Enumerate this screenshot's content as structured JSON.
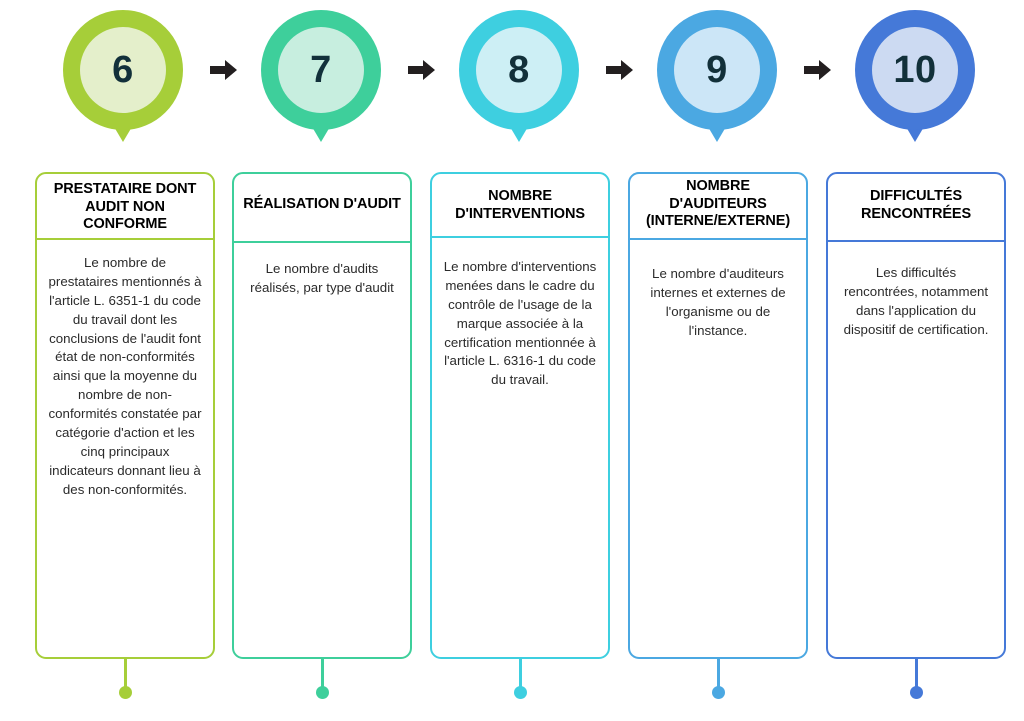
{
  "steps": [
    {
      "number": "6",
      "ring_color": "#A6CE39",
      "inner_color": "#E4EFCB",
      "border_color": "#A6CE39",
      "accent": "#A6CE39",
      "title": "PRESTATAIRE DONT AUDIT NON CONFORME",
      "body": "Le nombre de prestataires mentionnés à l'article L. 6351-1 du code du travail dont les conclusions de l'audit font état de non-conformités ainsi que la moyenne du nombre de non-conformités constatée par catégorie d'action et les cinq principaux indicateurs donnant lieu à des non-conformités."
    },
    {
      "number": "7",
      "ring_color": "#3ECF9B",
      "inner_color": "#C7EEDF",
      "border_color": "#3ECF9B",
      "accent": "#3ECF9B",
      "title": "RÉALISATION D'AUDIT",
      "body": "Le nombre d'audits réalisés, par type d'audit"
    },
    {
      "number": "8",
      "ring_color": "#3ECFE0",
      "inner_color": "#CDEFF5",
      "border_color": "#3ECFE0",
      "accent": "#3ECFE0",
      "title": "NOMBRE D'INTERVENTIONS",
      "body": "Le nombre d'interventions menées dans le cadre du contrôle de l'usage de la marque associée à la certification mentionnée à l'article L. 6316-1 du code du travail."
    },
    {
      "number": "9",
      "ring_color": "#4BA8E2",
      "inner_color": "#CCE6F7",
      "border_color": "#4BA8E2",
      "accent": "#4BA8E2",
      "title": "NOMBRE D'AUDITEURS (INTERNE/EXTERNE)",
      "body": "Le nombre d'auditeurs internes et externes de l'organisme ou de l'instance."
    },
    {
      "number": "10",
      "ring_color": "#4579D8",
      "inner_color": "#CCDAF2",
      "border_color": "#4579D8",
      "accent": "#4579D8",
      "title": "DIFFICULTÉS RENCONTRÉES",
      "body": "Les difficultés rencontrées, notamment dans l'application du dispositif de certification."
    }
  ],
  "arrows": {
    "glyph_name": "arrow-right-icon",
    "color": "#231F20",
    "count": 4
  },
  "layout": {
    "card_lefts": [
      35,
      232,
      430,
      628,
      826
    ],
    "pin_lefts": [
      63,
      261,
      459,
      657,
      855
    ],
    "arrow_lefts": [
      209,
      407,
      605,
      803
    ]
  }
}
